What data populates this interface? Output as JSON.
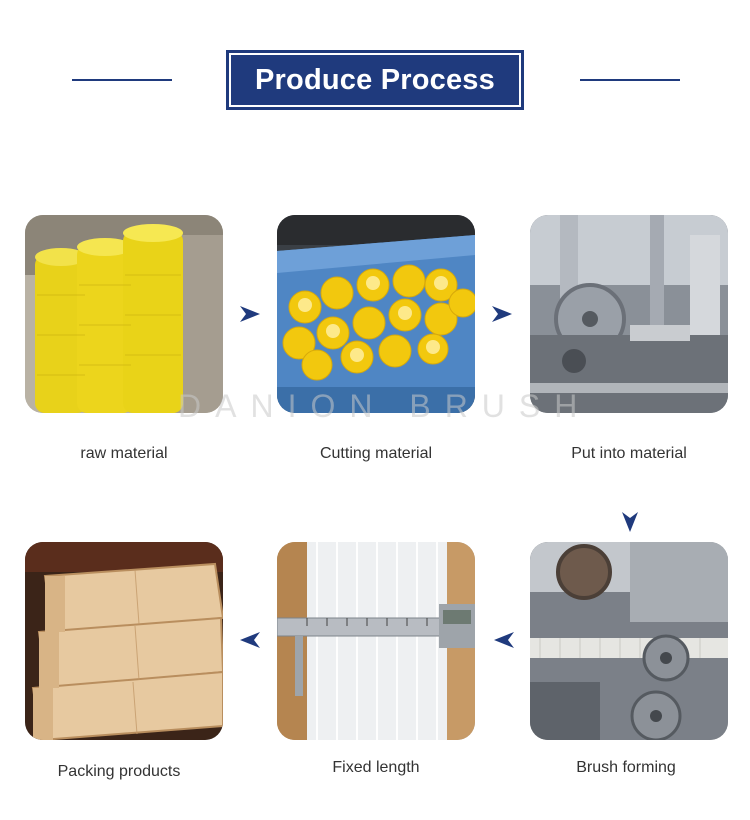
{
  "header": {
    "title": "Produce Process"
  },
  "watermark": "DANION BRUSH",
  "steps": [
    {
      "caption": "raw material"
    },
    {
      "caption": "Cutting material"
    },
    {
      "caption": "Put into material"
    },
    {
      "caption": "Brush forming"
    },
    {
      "caption": "Fixed length"
    },
    {
      "caption": "Packing products"
    }
  ],
  "colors": {
    "accent": "#1f3a7d",
    "text": "#333333",
    "background": "#ffffff"
  },
  "icons": [
    "arrow-right-icon",
    "arrow-down-icon",
    "arrow-left-icon"
  ]
}
